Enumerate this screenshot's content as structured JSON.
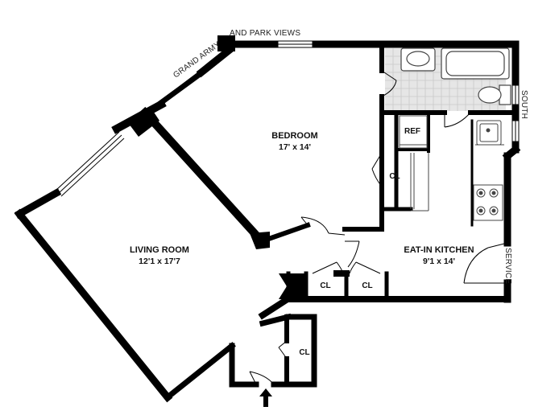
{
  "rooms": {
    "bedroom": {
      "name": "BEDROOM",
      "dims": "17' x 14'"
    },
    "living": {
      "name": "LIVING ROOM",
      "dims": "12'1 x 17'7"
    },
    "kitchen": {
      "name": "EAT-IN KITCHEN",
      "dims": "9'1 x 14'"
    }
  },
  "closet_label": "CL",
  "ref_label": "REF",
  "side_labels": {
    "grand_army": "GRAND ARMY",
    "park_views": "AND PARK VIEWS",
    "south": "SOUTH",
    "service": "SERVICE"
  },
  "colors": {
    "wall": "#000000",
    "fixture": "#444444",
    "tile": "#e3e3e3"
  }
}
